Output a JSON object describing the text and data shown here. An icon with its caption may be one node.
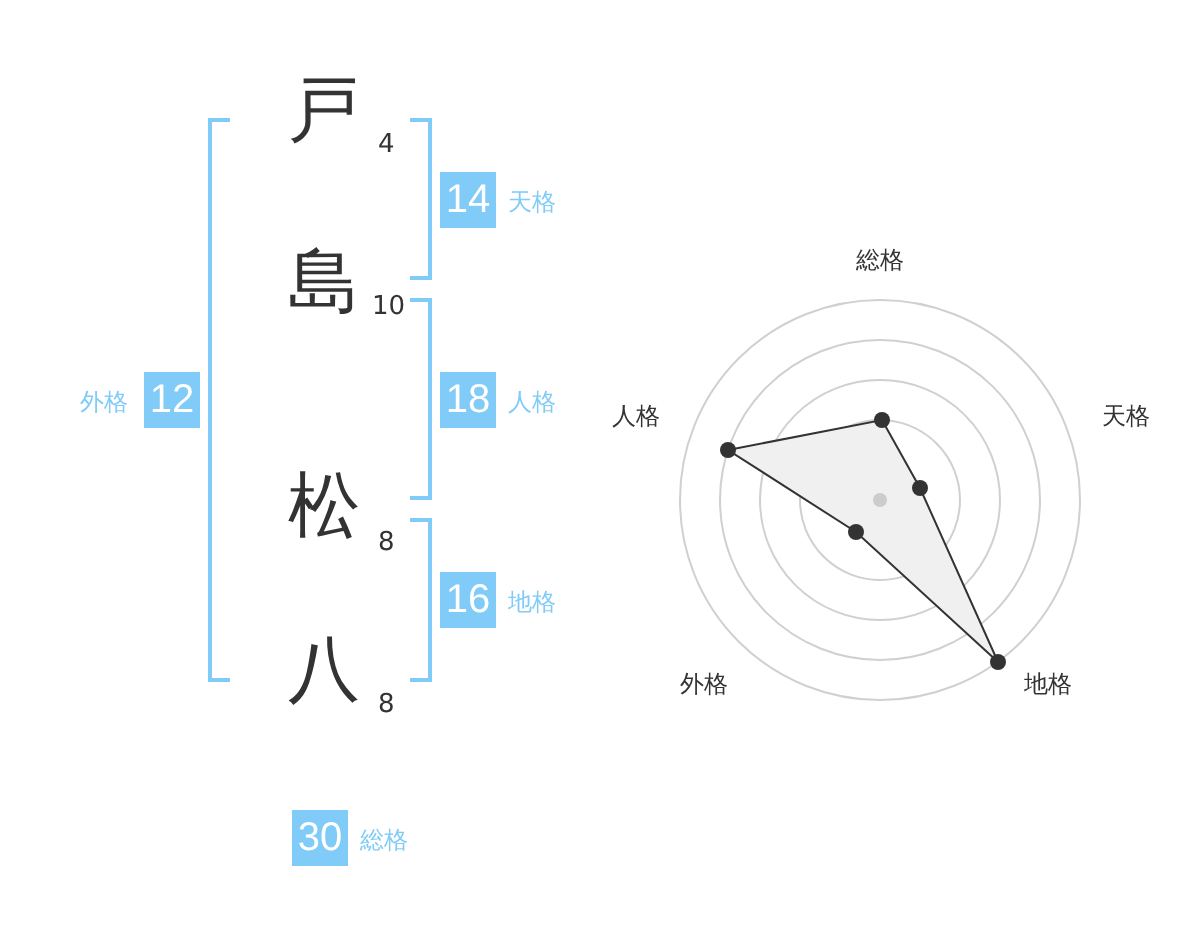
{
  "diagram": {
    "nodes": [
      {
        "text": [
          "14"
        ],
        "beside": [
          "天格"
        ]
      },
      {
        "text": [
          "18"
        ],
        "beside": [
          "人格"
        ]
      },
      {
        "text": [
          "16"
        ],
        "beside": [
          "地格"
        ]
      },
      {
        "text": [
          "12"
        ],
        "beside": [
          "外格"
        ]
      },
      {
        "text": [
          "30"
        ],
        "beside": [
          "総格"
        ]
      }
    ],
    "labels": [
      "戸",
      "4",
      "島",
      "10",
      "松",
      "8",
      "八",
      "8",
      "総格",
      "人格",
      "天格",
      "外格",
      "地格"
    ]
  }
}
